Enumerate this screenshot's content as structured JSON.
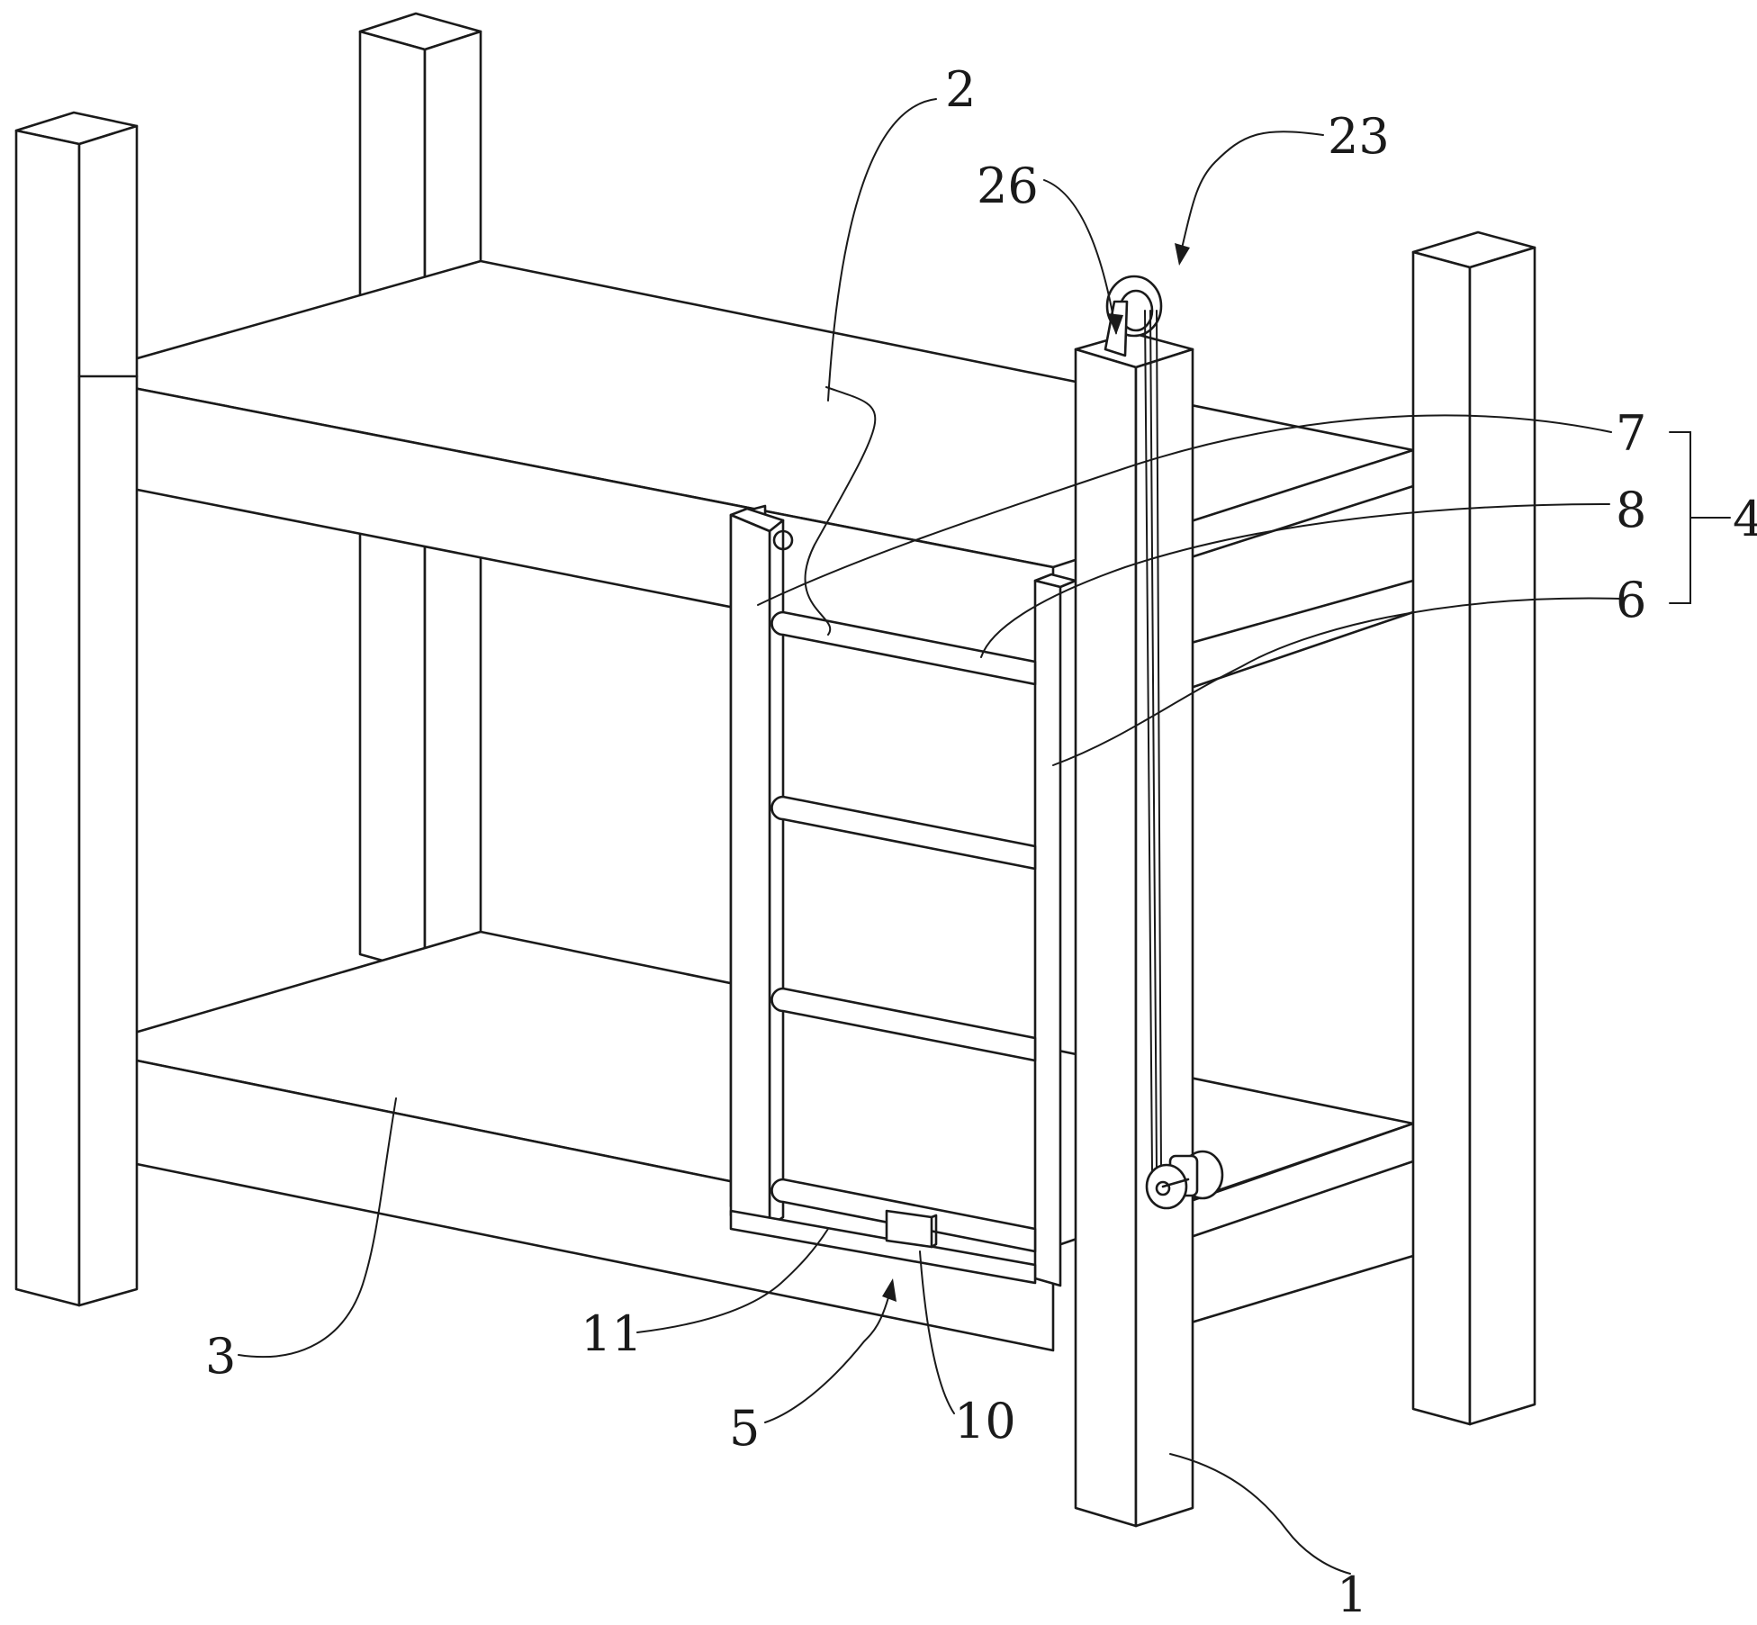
{
  "figure": {
    "labels": {
      "n1": "1",
      "n2": "2",
      "n3": "3",
      "n4": "4",
      "n5": "5",
      "n6": "6",
      "n7": "7",
      "n8": "8",
      "n10": "10",
      "n11": "11",
      "n23": "23",
      "n26": "26"
    }
  }
}
